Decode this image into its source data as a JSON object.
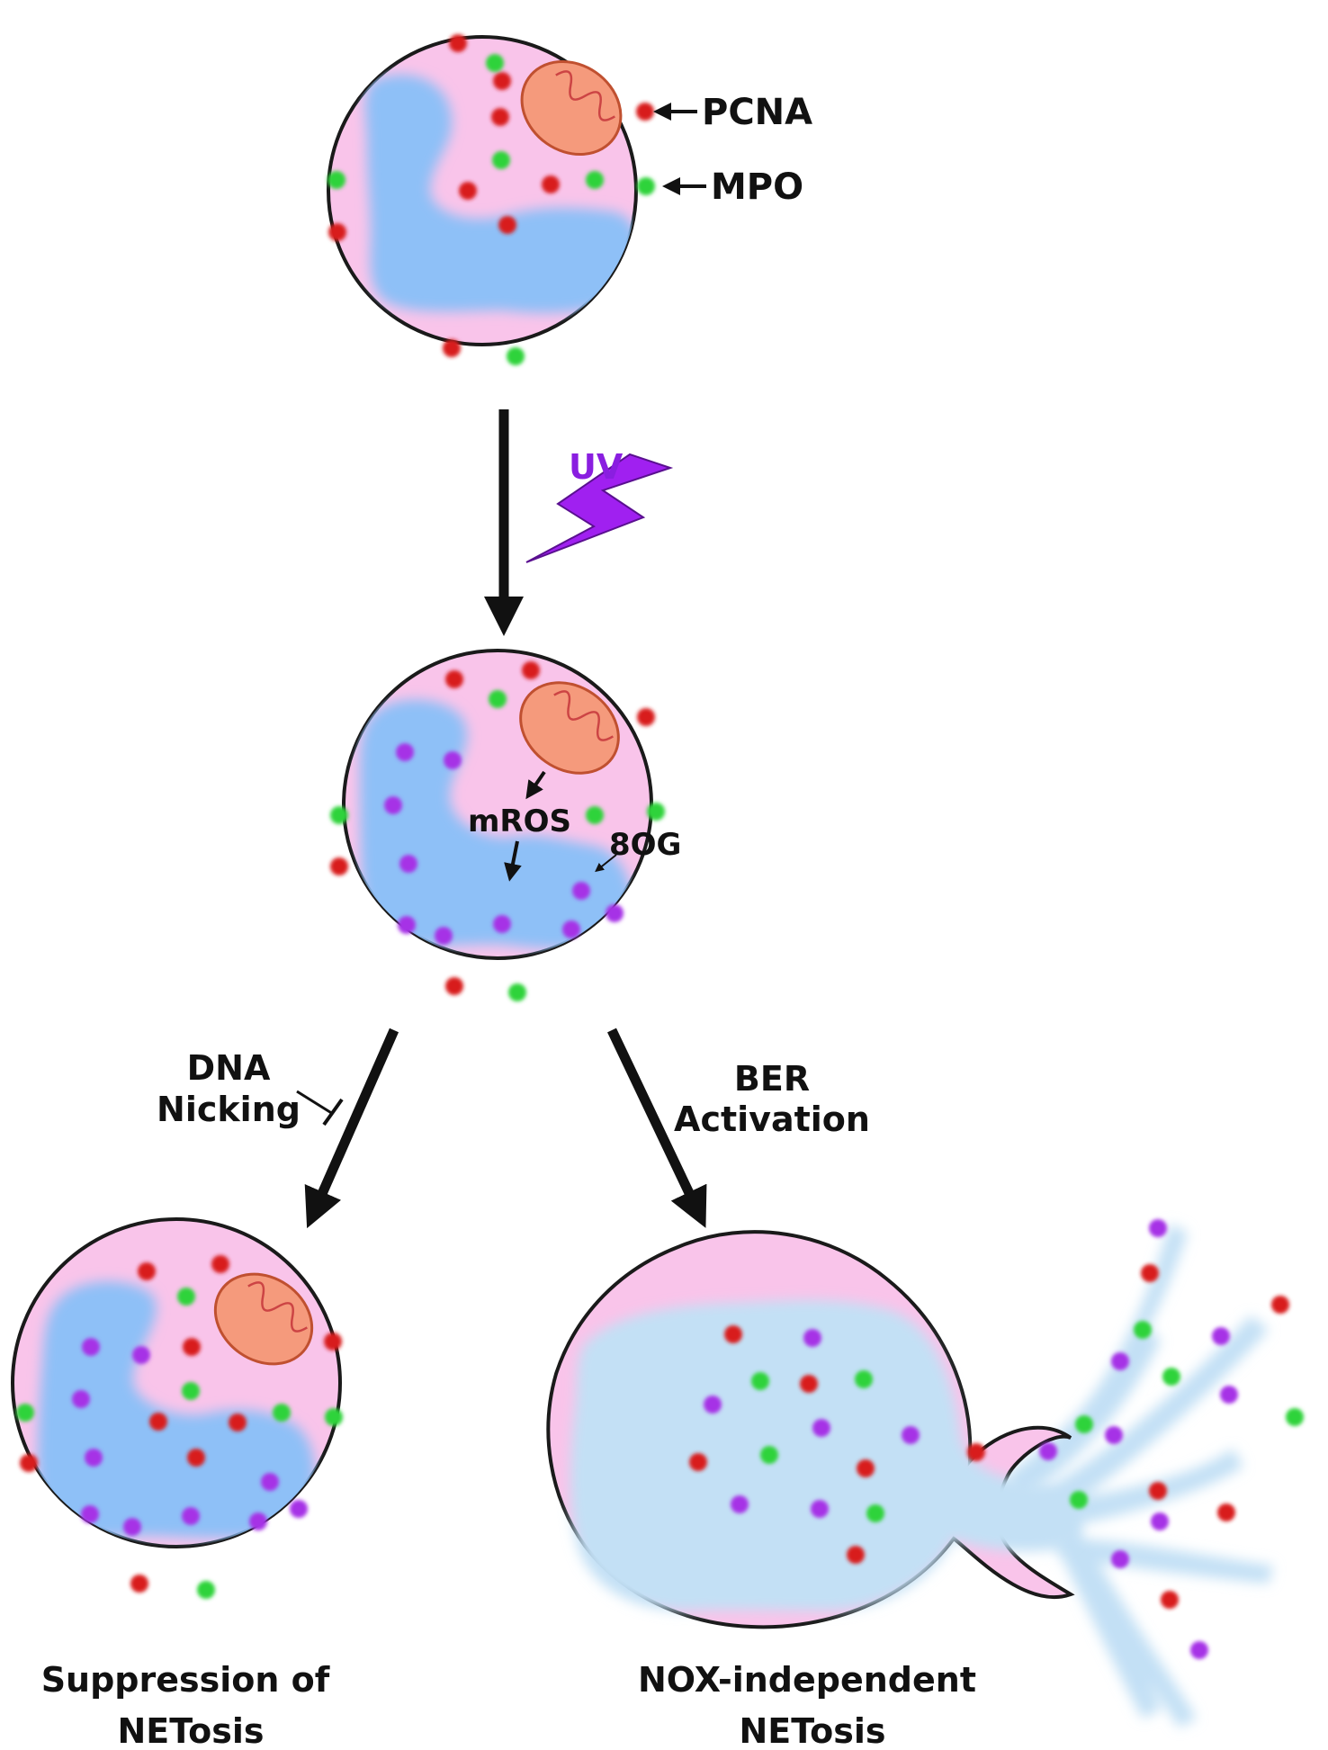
{
  "labels": {
    "pcna": "PCNA",
    "mpo": "MPO",
    "uv": "UV",
    "mros": "mROS",
    "eight_og": "8OG",
    "dna_nicking_line1": "DNA",
    "dna_nicking_line2": "Nicking",
    "ber_line1": "BER",
    "ber_line2": "Activation",
    "suppression_line1": "Suppression of",
    "suppression_line2": "NETosis",
    "nox_line1": "NOX-independent",
    "nox_line2": "NETosis"
  },
  "colors": {
    "cytoplasm": "#f9c4ea",
    "nucleus": "#8ec0f7",
    "net_chromatin": "#c3e0f5",
    "mitochondrion": "#f59a7c",
    "pcna_dot": "#d81d1d",
    "mpo_dot": "#2fd33a",
    "oxidized_dot": "#a633e6",
    "uv_bolt": "#a020f0",
    "outline": "#1a1a1a"
  },
  "icons": {
    "stimulus": "lightning-bolt-icon",
    "organelle": "mitochondrion-icon"
  }
}
